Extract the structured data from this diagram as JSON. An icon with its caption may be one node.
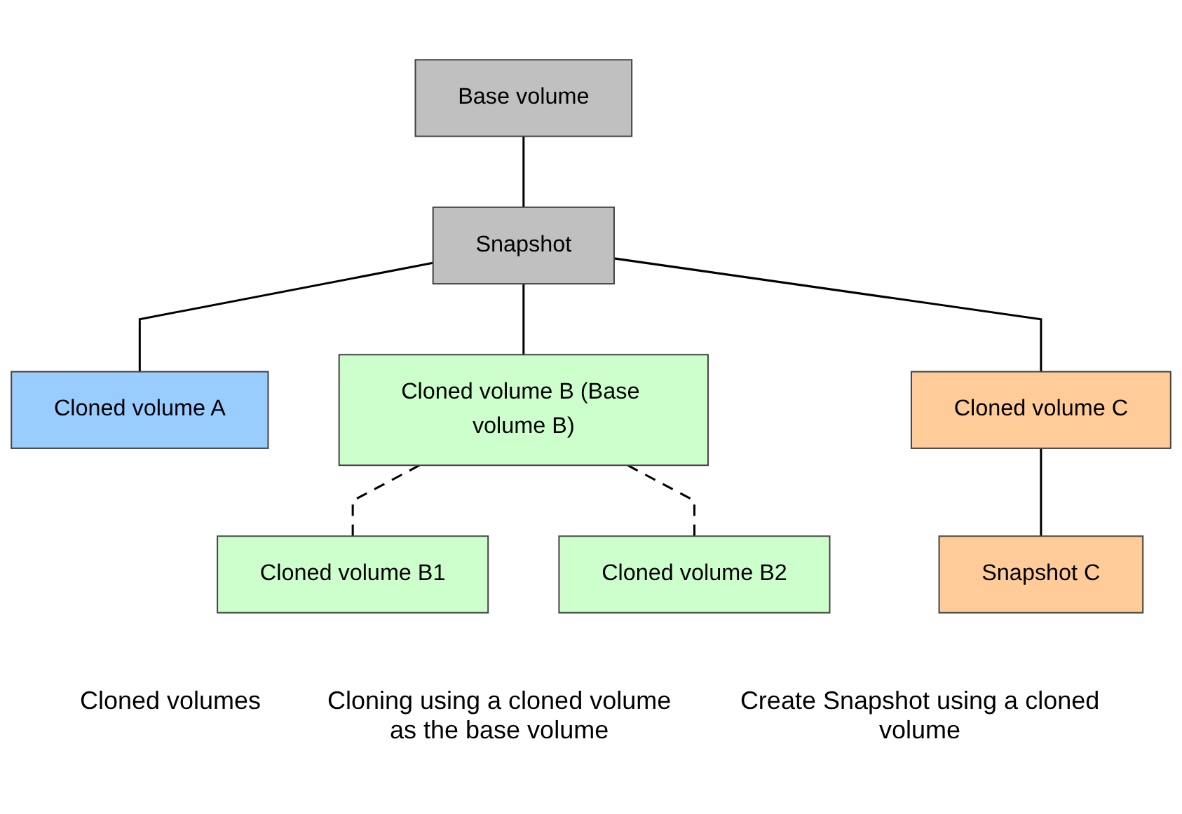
{
  "diagram": {
    "nodes": [
      {
        "text": [
          "Base volume"
        ]
      },
      {
        "text": [
          "Snapshot"
        ]
      },
      {
        "text": [
          "Cloned volume A"
        ]
      },
      {
        "text": [
          "Cloned volume B (Base volume B)"
        ]
      },
      {
        "text": [
          "Cloned volume C"
        ]
      },
      {
        "text": [
          "Cloned volume B1"
        ]
      },
      {
        "text": [
          "Cloned volume B2"
        ]
      },
      {
        "text": [
          "Snapshot C"
        ]
      }
    ],
    "edges": [
      {
        "from": 0,
        "to": 1,
        "arrow": "none"
      },
      {
        "from": 1,
        "to": 2,
        "arrow": "none"
      },
      {
        "from": 1,
        "to": 3,
        "arrow": "none"
      },
      {
        "from": 1,
        "to": 4,
        "arrow": "none"
      },
      {
        "from": 3,
        "to": 5,
        "arrow": "none",
        "style": "dashed"
      },
      {
        "from": 3,
        "to": 6,
        "arrow": "none",
        "style": "dashed"
      },
      {
        "from": 4,
        "to": 7,
        "arrow": "none"
      }
    ],
    "labels": [
      "Cloned volumes",
      "Cloning using a cloned volume as the base volume",
      "Create Snapshot using a cloned volume"
    ]
  }
}
